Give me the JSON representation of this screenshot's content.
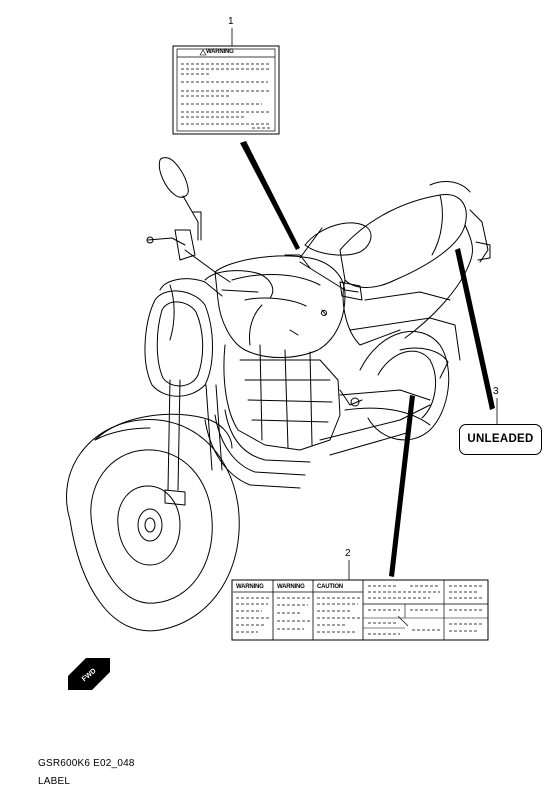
{
  "callouts": {
    "item1": "1",
    "item2": "2",
    "item3": "3"
  },
  "labels": {
    "unleaded": "UNLEADED",
    "warning": "WARNING",
    "label2_warning_a": "WARNING",
    "label2_warning_b": "WARNING",
    "label2_caution": "CAUTION"
  },
  "footer": {
    "code": "GSR600K6 E02_048",
    "title": "LABEL"
  },
  "icons": {
    "front_arrow": "FWD"
  }
}
